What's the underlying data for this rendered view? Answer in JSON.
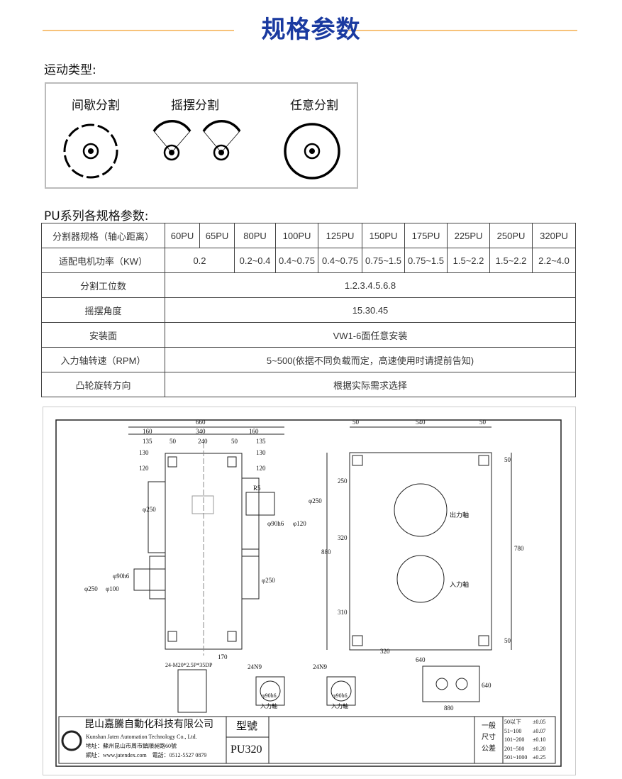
{
  "title": "规格参数",
  "motion": {
    "heading": "运动类型:",
    "types": [
      "间歇分割",
      "摇摆分割",
      "任意分割"
    ]
  },
  "spec": {
    "heading": "PU系列各规格参数:",
    "header_label": "分割器规格（轴心距离）",
    "models": [
      "60PU",
      "65PU",
      "80PU",
      "100PU",
      "125PU",
      "150PU",
      "175PU",
      "225PU",
      "250PU",
      "320PU"
    ],
    "power_label": "适配电机功率（KW）",
    "power": [
      "0.2",
      "0.2~0.4",
      "0.4~0.75",
      "0.4~0.75",
      "0.75~1.5",
      "0.75~1.5",
      "1.5~2.2",
      "1.5~2.2",
      "2.2~4.0"
    ],
    "rows": [
      {
        "label": "分割工位数",
        "value": "1.2.3.4.5.6.8"
      },
      {
        "label": "摇摆角度",
        "value": "15.30.45"
      },
      {
        "label": "安装面",
        "value": "VW1-6面任意安装"
      },
      {
        "label": "入力轴转速（RPM）",
        "value": "5~500(依据不同负载而定，高速使用时请提前告知)"
      },
      {
        "label": "凸轮旋转方向",
        "value": "根据实际需求选择"
      }
    ]
  },
  "drawing": {
    "dims": [
      "660",
      "160",
      "340",
      "160",
      "135",
      "240",
      "135",
      "130",
      "130",
      "120",
      "120",
      "50",
      "50",
      "φ250",
      "φ250",
      "φ90h6",
      "φ120",
      "R5",
      "φ250",
      "φ100",
      "φ90h6",
      "φ250",
      "170",
      "50",
      "540",
      "50",
      "250",
      "320",
      "310",
      "880",
      "780",
      "50",
      "50",
      "320",
      "640",
      "24-M20*2.5P*35DP",
      "24N9",
      "24N9",
      "φ90h6",
      "φ90h6",
      "640",
      "880"
    ],
    "labels": {
      "output": "出力軸",
      "input": "入力軸",
      "input2": "入力軸",
      "input3": "入力軸"
    },
    "company": "昆山嘉騰自動化科技有限公司",
    "company_en": "Kunshan Jaten Automation Technology Co., Ltd.",
    "address": "地址：蘇州昆山市周市鎮順昶路60號",
    "web": "網址：www.jatendex.com　電話：0512-5527 0879",
    "model_label": "型號",
    "model": "PU320",
    "tol_label": "一般尺寸公差",
    "tolerance": [
      [
        "50以下",
        "±0.05"
      ],
      [
        "51~100",
        "±0.07"
      ],
      [
        "101~200",
        "±0.10"
      ],
      [
        "201~500",
        "±0.20"
      ],
      [
        "501~1000",
        "±0.25"
      ]
    ]
  }
}
